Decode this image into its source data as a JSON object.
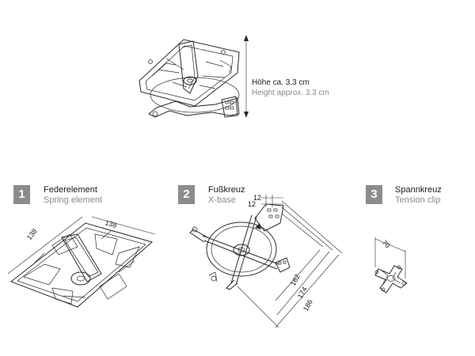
{
  "top": {
    "height_de": "Höhe ca. 3,3 cm",
    "height_en": "Height approx. 3.3 cm"
  },
  "items": [
    {
      "number": "1",
      "name_de": "Federelement",
      "name_en": "Spring element",
      "dims": [
        "138",
        "138"
      ]
    },
    {
      "number": "2",
      "name_de": "Fußkreuz",
      "name_en": "X-base",
      "dims": [
        "12",
        "12",
        "162",
        "174",
        "186"
      ]
    },
    {
      "number": "3",
      "name_de": "Spannkreuz",
      "name_en": "Tension clip",
      "dims": [
        "70"
      ]
    }
  ]
}
